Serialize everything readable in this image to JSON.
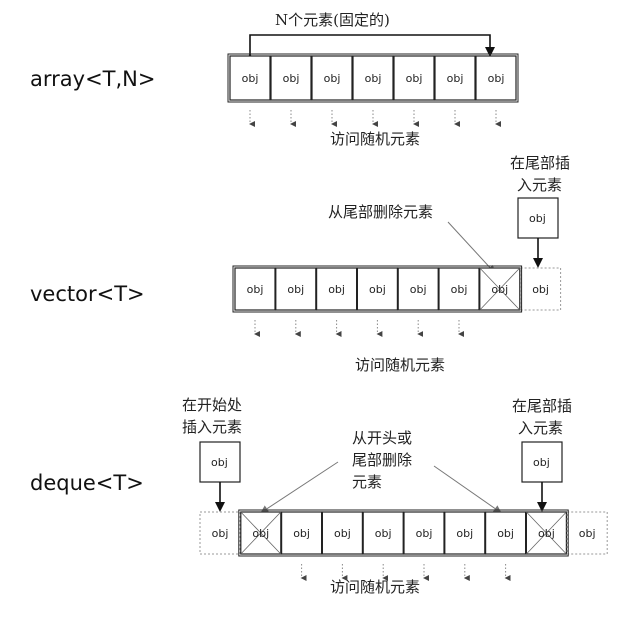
{
  "array": {
    "name": "array<T,N>",
    "size_label": "N个元素(固定的)",
    "cells": [
      "obj",
      "obj",
      "obj",
      "obj",
      "obj",
      "obj",
      "obj"
    ],
    "access_label": "访问随机元素"
  },
  "vector": {
    "name": "vector<T>",
    "cells": [
      "obj",
      "obj",
      "obj",
      "obj",
      "obj",
      "obj",
      "obj"
    ],
    "end_cell": "obj",
    "insert_end_label": [
      "在尾部插",
      "入元素"
    ],
    "insert_obj": "obj",
    "remove_end_label": "从尾部删除元素",
    "access_label": "访问随机元素"
  },
  "deque": {
    "name": "deque<T>",
    "front_cell": "obj",
    "cells": [
      "obj",
      "obj",
      "obj",
      "obj",
      "obj",
      "obj",
      "obj",
      "obj"
    ],
    "end_cell": "obj",
    "insert_front_label": [
      "在开始处",
      "插入元素"
    ],
    "insert_front_obj": "obj",
    "insert_end_label": [
      "在尾部插",
      "入元素"
    ],
    "insert_end_obj": "obj",
    "remove_label": [
      "从开头或",
      "尾部删除",
      "元素"
    ],
    "access_label": "访问随机元素"
  }
}
